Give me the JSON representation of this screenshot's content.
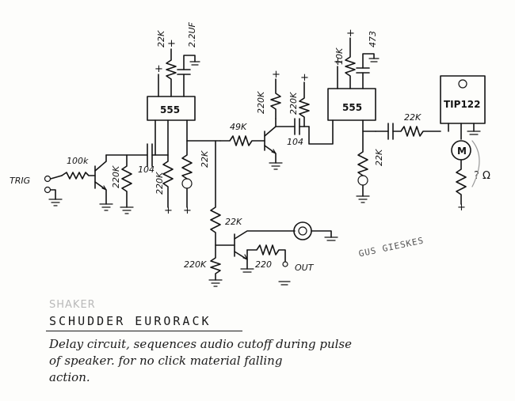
{
  "faded_text": "SHAKER",
  "title": "SCHUDDER  EURORACK",
  "description_lines": [
    "Delay circuit, sequences audio cutoff during pulse",
    "of speaker. for no click material falling",
    "action."
  ],
  "author": "GUS GIESKES",
  "labels": {
    "trig": "TRIG",
    "r_100k": "100k",
    "r_220k_in": "220K",
    "c_104_a": "104",
    "r_220k_b": "220K",
    "r_22k_led1": "22K",
    "r_22k_top1": "22K",
    "c_2_2uf": "2.2UF",
    "ic1": "555",
    "r_49k": "49K",
    "r_220k_q2": "220K",
    "r_220k_c": "220K",
    "c_104_b": "104",
    "r_10k": "10K",
    "c_473": "473",
    "ic2": "555",
    "r_22k_led2": "22K",
    "r_22k_tip": "22K",
    "tip": "TIP122",
    "motor": "M",
    "unknown_r": "? Ω",
    "r_22k_q3": "22K",
    "r_220k_q3": "220K",
    "r_220_out": "220",
    "out": "OUT",
    "plus": "+"
  }
}
